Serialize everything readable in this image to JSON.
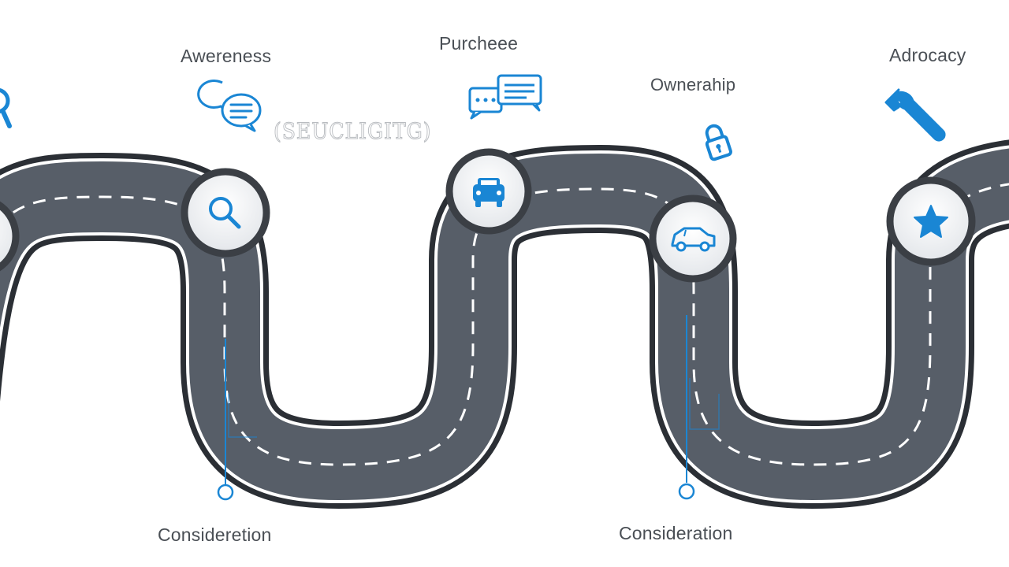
{
  "stages": {
    "awareness": "Awereness",
    "purchase": "Purcheee",
    "ownership": "Ownerahip",
    "advocacy": "Adrocacy",
    "consideration_1": "Consideretion",
    "consideration_2": "Consideration"
  },
  "faded_text": "(SEUCLIGITG)",
  "icons": {
    "milestones": [
      "partial-icon",
      "search-icon",
      "car-front-icon",
      "car-side-icon",
      "star-icon"
    ],
    "floating": [
      "wrench-partial-icon",
      "chat-bubbles-icon",
      "message-bubbles-icon",
      "lock-icon",
      "wrench-icon"
    ]
  },
  "colors": {
    "road": "#575e68",
    "road_edge": "#2b2f35",
    "lane_line": "#ffffff",
    "accent": "#1a86d4",
    "badge_ring": "#3b3f45",
    "label": "#4a4f55"
  }
}
